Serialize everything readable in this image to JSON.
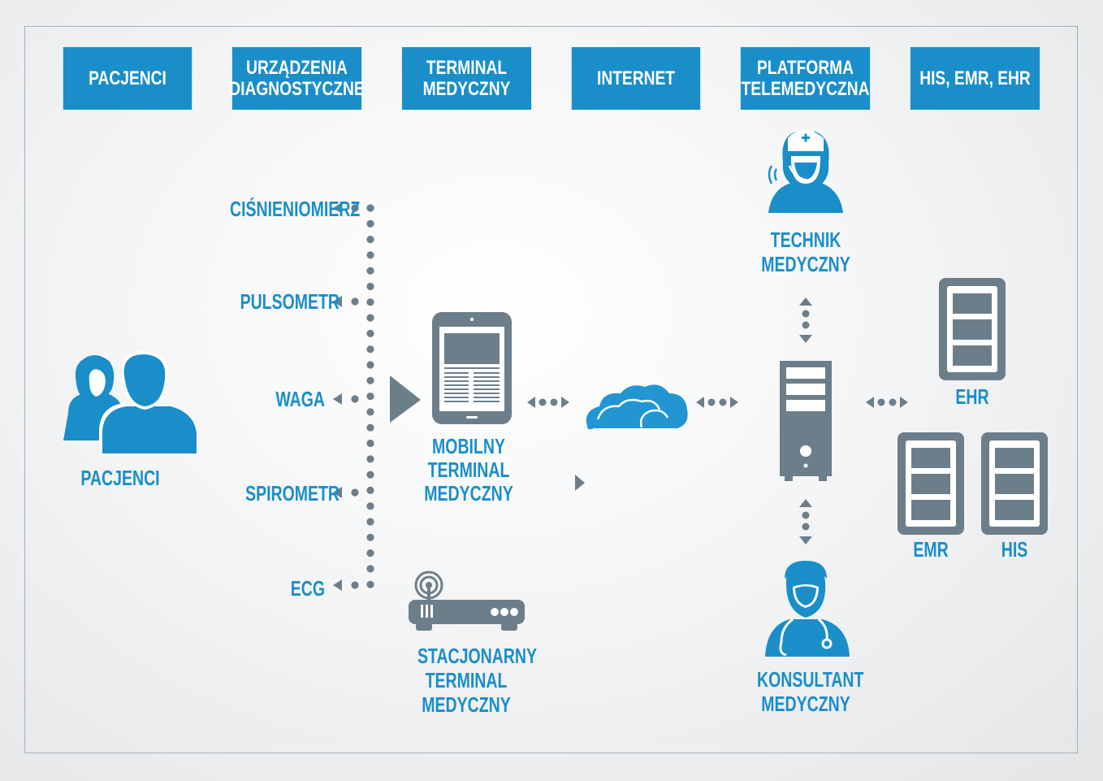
{
  "headers": [
    "PACJENCI",
    "URZĄDZENIA DIAGNOSTYCZNE",
    "TERMINAL MEDYCZNY",
    "INTERNET",
    "PLATFORMA TELEMEDYCZNA",
    "HIS, EMR, EHR"
  ],
  "headers_lines": [
    [
      "PACJENCI"
    ],
    [
      "URZĄDZENIA",
      "DIAGNOSTYCZNE"
    ],
    [
      "TERMINAL",
      "MEDYCZNY"
    ],
    [
      "INTERNET"
    ],
    [
      "PLATFORMA",
      "TELEMEDYCZNA"
    ],
    [
      "HIS, EMR, EHR"
    ]
  ],
  "patients": {
    "label": "PACJENCI"
  },
  "devices": [
    "CIŚNIENIOMIERZ",
    "PULSOMETR",
    "WAGA",
    "SPIROMETR",
    "ECG"
  ],
  "mobile_terminal": {
    "line1": "MOBILNY",
    "line2": "TERMINAL",
    "line3": "MEDYCZNY"
  },
  "stationary_terminal": {
    "line1": "STACJONARNY",
    "line2": "TERMINAL",
    "line3": "MEDYCZNY"
  },
  "technician": {
    "line1": "TECHNIK",
    "line2": "MEDYCZNY"
  },
  "consultant": {
    "line1": "KONSULTANT",
    "line2": "MEDYCZNY"
  },
  "records": {
    "ehr": "EHR",
    "emr": "EMR",
    "his": "HIS"
  },
  "colors": {
    "blue": "#1a8ec9",
    "gray": "#6d7e8b",
    "background": "#f0f1f2"
  },
  "icons": [
    "patients-icon",
    "tablet-icon",
    "router-icon",
    "cloud-icon",
    "server-icon",
    "nurse-headset-icon",
    "doctor-icon",
    "database-icon"
  ]
}
